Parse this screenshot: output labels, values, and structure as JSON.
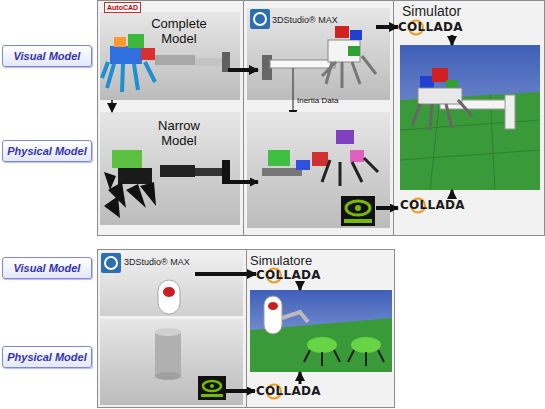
{
  "diagram": {
    "nodes": [
      {
        "text": [
          "Visual Model"
        ]
      },
      {
        "text": [
          "Physical Model"
        ]
      },
      {
        "text": [
          "Complete Model"
        ]
      },
      {
        "text": [
          "Narrow Model"
        ]
      },
      {
        "text": [
          "3DStudio® MAX"
        ]
      },
      {
        "text": [
          "COLLADA"
        ]
      },
      {
        "text": [
          "Simulator"
        ]
      },
      {
        "text": [
          "COLLADA"
        ]
      },
      {
        "text": [
          "Visual Model"
        ]
      },
      {
        "text": [
          "Physical Model"
        ]
      },
      {
        "text": [
          "3DStudio® MAX"
        ]
      },
      {
        "text": [
          "COLLADA"
        ]
      },
      {
        "text": [
          "Simulatore"
        ]
      },
      {
        "text": [
          "COLLADA"
        ]
      }
    ],
    "edges": [
      {
        "from": 2,
        "to": 4,
        "arrow": "to"
      },
      {
        "from": 2,
        "to": 3,
        "arrow": "to"
      },
      {
        "from": 4,
        "to": 5,
        "arrow": "to"
      },
      {
        "from": 5,
        "to": 6,
        "arrow": "to"
      },
      {
        "from": 7,
        "to": 6,
        "arrow": "to"
      },
      {
        "from": 10,
        "to": 11,
        "arrow": "to"
      },
      {
        "from": 11,
        "to": 12,
        "arrow": "to"
      },
      {
        "from": 13,
        "to": 12,
        "arrow": "to"
      }
    ],
    "labels": [
      "AutoCAD",
      "Inertia Data"
    ]
  }
}
